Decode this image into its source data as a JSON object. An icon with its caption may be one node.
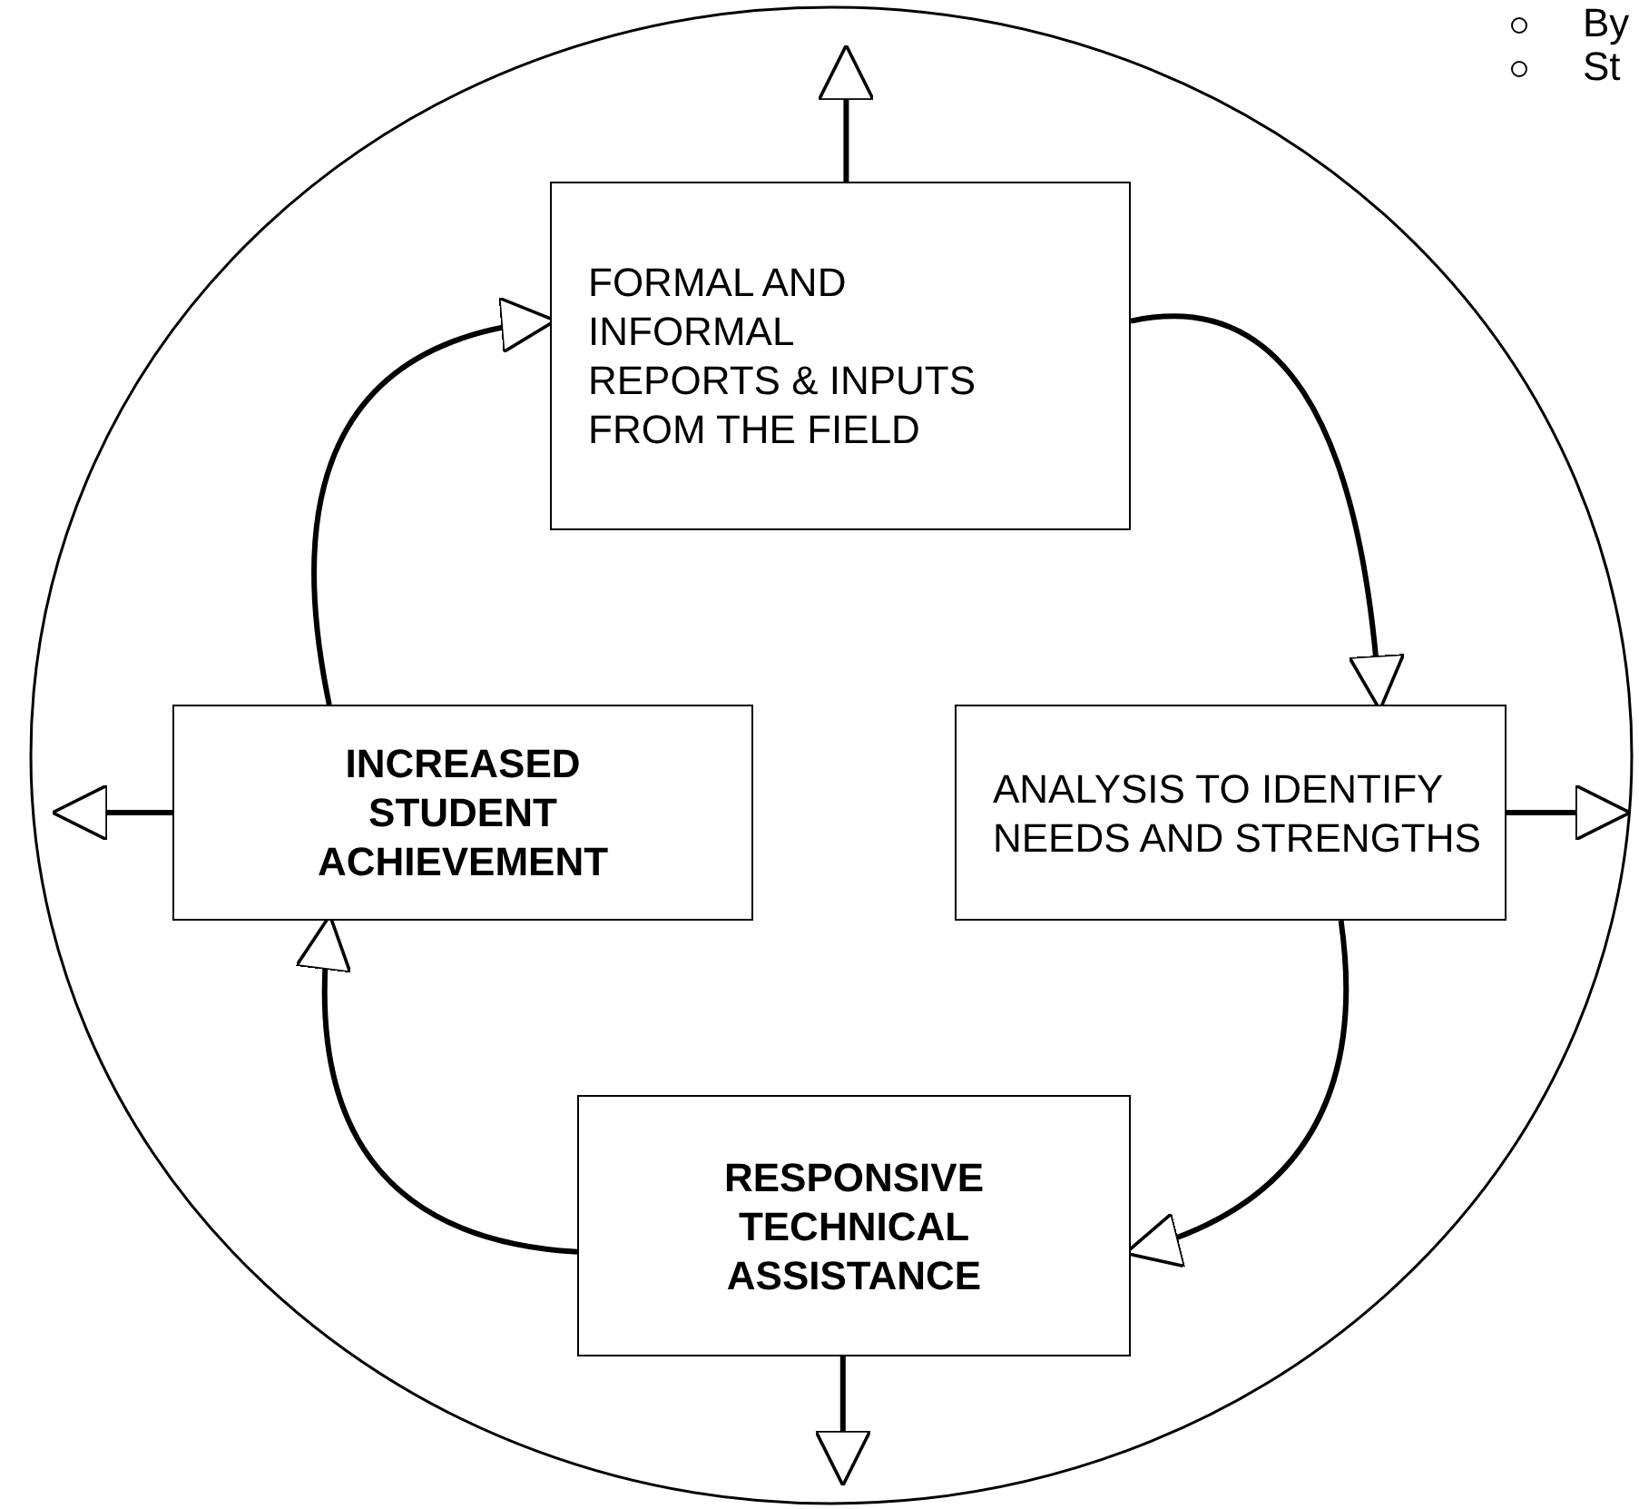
{
  "diagram": {
    "nodes": [
      {
        "text": [],
        "shape": "circle"
      },
      {
        "text": [
          "FORMAL AND INFORMAL REPORTS & INPUTS FROM THE FIELD"
        ],
        "in": 0
      },
      {
        "text": [
          "ANALYSIS TO IDENTIFY NEEDS AND STRENGTHS"
        ],
        "in": 0
      },
      {
        "text": [
          "RESPONSIVE TECHNICAL ASSISTANCE"
        ],
        "in": 0
      },
      {
        "text": [
          "INCREASED STUDENT ACHIEVEMENT"
        ],
        "in": 0
      }
    ],
    "edges": [
      {
        "from": 1,
        "to": 2,
        "arrow": "to"
      },
      {
        "from": 2,
        "to": 3,
        "arrow": "to"
      },
      {
        "from": 3,
        "to": 4,
        "arrow": "to"
      },
      {
        "from": 4,
        "to": 1,
        "arrow": "to"
      },
      {
        "from": 1,
        "to": null,
        "arrow": "to"
      },
      {
        "from": 2,
        "to": null,
        "arrow": "to"
      },
      {
        "from": 3,
        "to": null,
        "arrow": "to"
      },
      {
        "from": 4,
        "to": null,
        "arrow": "to"
      }
    ],
    "labels": [
      "By",
      "St"
    ]
  }
}
